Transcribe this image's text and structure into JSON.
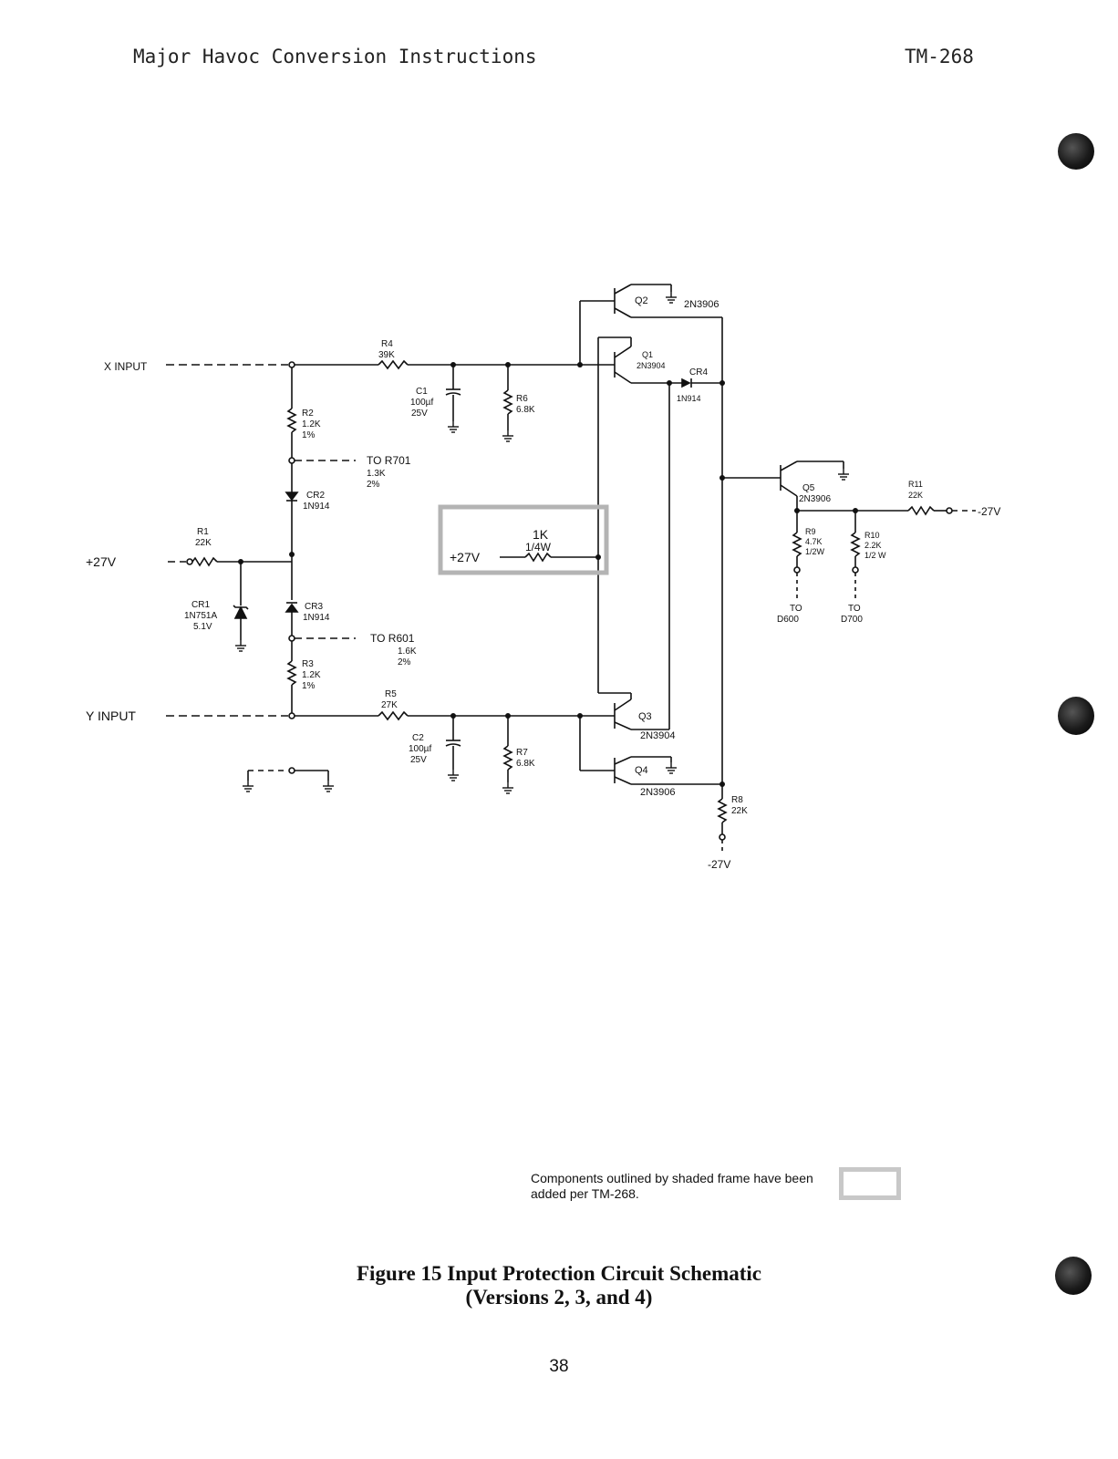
{
  "header": {
    "title": "Major Havoc Conversion Instructions",
    "code": "TM-268"
  },
  "schematic": {
    "labels": {
      "x_input": "X INPUT",
      "y_input": "Y INPUT",
      "plus27_left": "+27V",
      "plus27_box": "+27V",
      "minus27_right": "-27V",
      "minus27_bottom": "-27V",
      "to_r701": "TO R701",
      "to_r601": "TO R601",
      "to_d600": "TO",
      "to_d600b": "D600",
      "to_d700": "TO",
      "to_d700b": "D700"
    },
    "components": {
      "r1": [
        "R1",
        "22K"
      ],
      "r2": [
        "R2",
        "1.2K",
        "1%"
      ],
      "r3": [
        "R3",
        "1.2K",
        "1%"
      ],
      "r4": [
        "R4",
        "39K"
      ],
      "r5": [
        "R5",
        "27K"
      ],
      "r6": [
        "R6",
        "6.8K"
      ],
      "r7": [
        "R7",
        "6.8K"
      ],
      "r8": [
        "R8",
        "22K"
      ],
      "r9": [
        "R9",
        "4.7K",
        "1/2W"
      ],
      "r10": [
        "R10",
        "2.2K",
        "1/2 W"
      ],
      "r11": [
        "R11",
        "22K"
      ],
      "r701": [
        "1.3K",
        "2%"
      ],
      "r601": [
        "1.6K",
        "2%"
      ],
      "c1": [
        "C1",
        "100µf",
        "25V"
      ],
      "c2": [
        "C2",
        "100µf",
        "25V"
      ],
      "cr1": [
        "CR1",
        "1N751A",
        "5.1V"
      ],
      "cr2": [
        "CR2",
        "1N914"
      ],
      "cr3": [
        "CR3",
        "1N914"
      ],
      "cr4": [
        "CR4",
        "1N914"
      ],
      "q1": [
        "Q1",
        "2N3904"
      ],
      "q2": [
        "Q2",
        "2N3906"
      ],
      "q3": [
        "Q3",
        "2N3904"
      ],
      "q4": [
        "Q4",
        "2N3906"
      ],
      "q5": [
        "Q5",
        "2N3906"
      ],
      "added": [
        "1K",
        "1/4W"
      ]
    }
  },
  "legend": {
    "text": "Components outlined by shaded frame have been added per TM-268."
  },
  "caption": {
    "line1": "Figure 15  Input Protection Circuit Schematic",
    "line2": "(Versions 2, 3, and 4)"
  },
  "page_number": "38"
}
